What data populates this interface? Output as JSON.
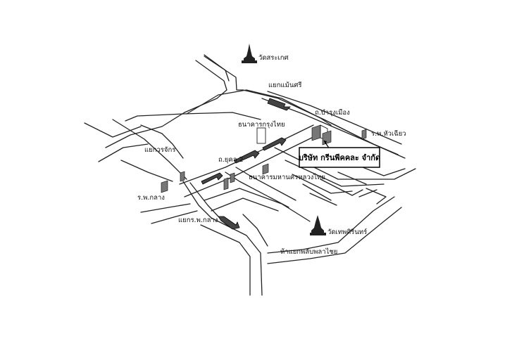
{
  "labels": {
    "wat_saket": "วัดสระเกศ",
    "yaek_mahanak": "แยกแม้นศรี",
    "bamrung_mueang_rd": "ถ.บำรุงเมือง",
    "hospital_hua_chiew": "ร.พ.หัวเฉียว",
    "krung_thai_bank": "ธนาคารกรุงไทย",
    "yaek_worachak": "แยกวรจักร",
    "yot_se_rd": "ถ.ยุคล 2",
    "company": "บริษัท กรีนพีคคละ จำกัด",
    "bangkok_metropolitan_bank": "ธนาคารมหานครหลวงไทย",
    "hospital_klang": "ร.พ.กลาง",
    "yaek_hospital_klang": "แยกร.พ.กลาง",
    "wat_thep_sirin": "วัดเทพศิรินทร์",
    "yaek_plaplachai": "ห้าแยกพลับพลาไชย"
  },
  "icons": {
    "temple": "temple-icon",
    "building": "building-icon",
    "arrow": "direction-arrow-icon"
  }
}
